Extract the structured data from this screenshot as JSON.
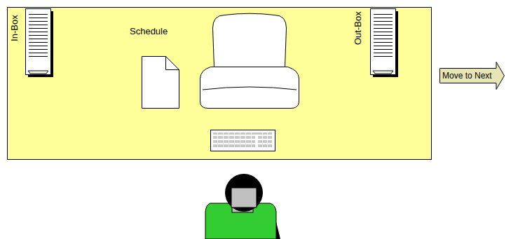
{
  "diagram": {
    "nodes": [
      {
        "text": [
          "Move to Next"
        ]
      }
    ],
    "labels": [
      "In-Box",
      "Schedule",
      "Out-Box"
    ]
  }
}
